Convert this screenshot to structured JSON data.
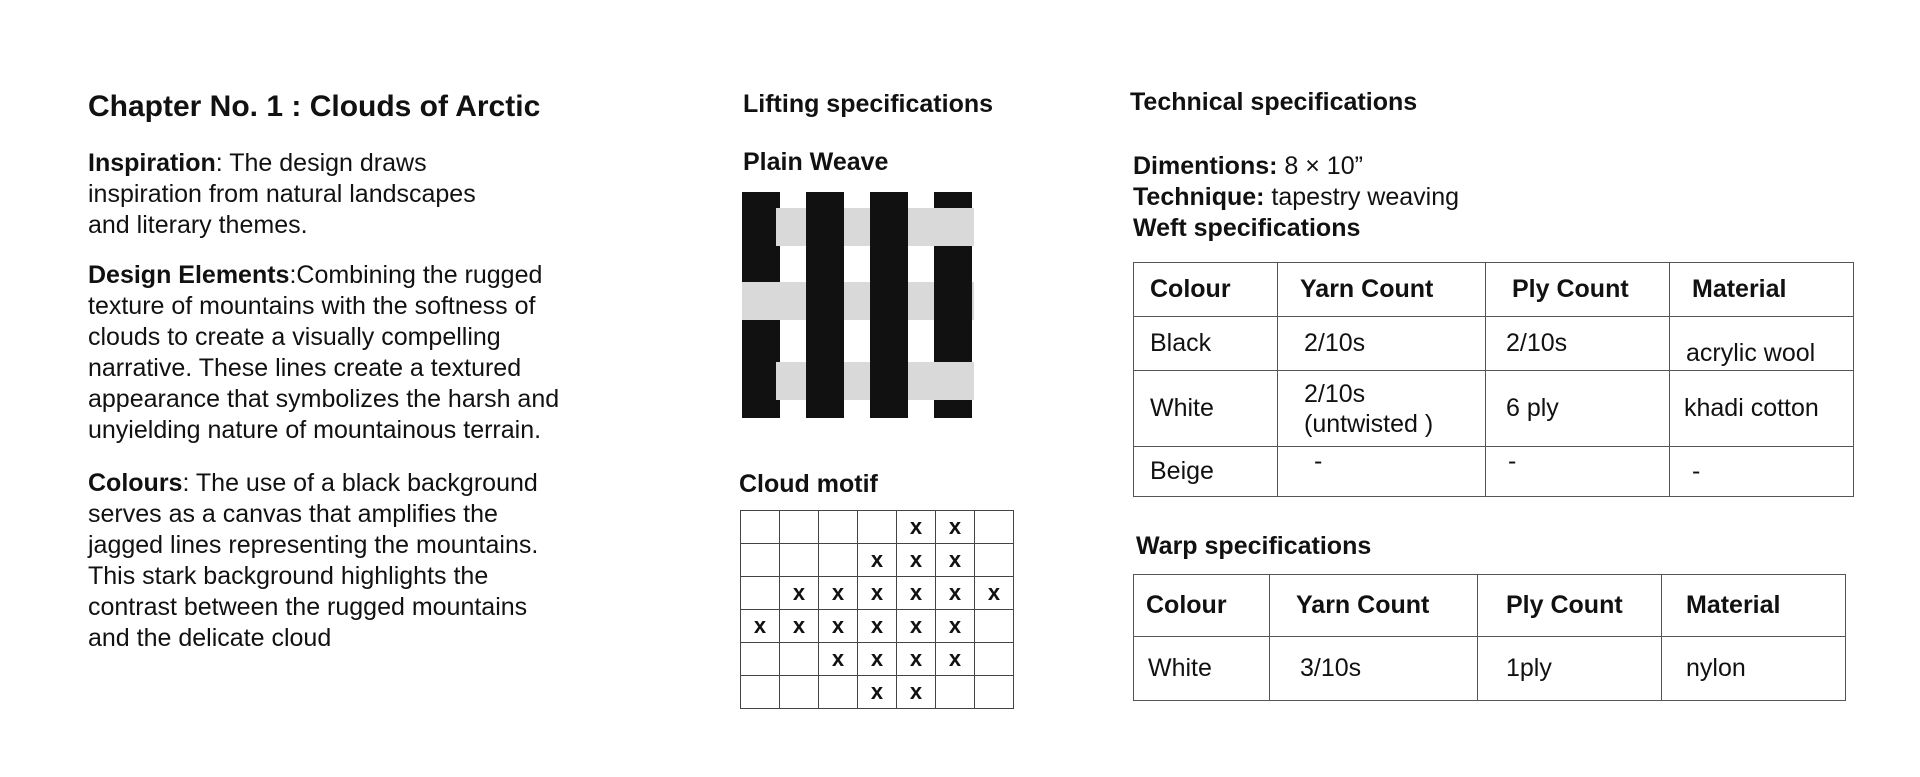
{
  "chapter": {
    "title": "Chapter No. 1 :  Clouds of Arctic",
    "inspiration": {
      "label": "Inspiration",
      "lines": [
        ": The design draws",
        "inspiration from natural landscapes",
        "and literary themes."
      ]
    },
    "design": {
      "label": "Design Elements",
      "lines": [
        ":Combining the rugged",
        "texture of mountains with the softness of",
        "clouds to create a visually compelling",
        "narrative. These lines create a textured",
        "appearance that symbolizes the harsh and",
        "unyielding nature of mountainous terrain."
      ]
    },
    "colours": {
      "label": "Colours",
      "lines": [
        ": The use of a black background",
        "serves as a canvas that amplifies the",
        "jagged lines representing the mountains.",
        "This stark background highlights the",
        "contrast between the rugged mountains",
        "and the delicate cloud"
      ]
    }
  },
  "lifting": {
    "title": "Lifting specifications",
    "weave_title": "Plain Weave",
    "weave_colors": {
      "black": "#111111",
      "grey": "#d9d9d9"
    },
    "motif_title": "Cloud motif",
    "motif_mark": "x",
    "motif_grid": [
      [
        0,
        0,
        0,
        0,
        1,
        1,
        0
      ],
      [
        0,
        0,
        0,
        1,
        1,
        1,
        0
      ],
      [
        0,
        1,
        1,
        1,
        1,
        1,
        1
      ],
      [
        1,
        1,
        1,
        1,
        1,
        1,
        0
      ],
      [
        0,
        0,
        1,
        1,
        1,
        1,
        0
      ],
      [
        0,
        0,
        0,
        1,
        1,
        0,
        0
      ]
    ]
  },
  "technical": {
    "title": "Technical specifications",
    "dimensions_label": "Dimentions:",
    "dimensions_value": " 8 × 10”",
    "technique_label": "Technique:",
    "technique_value": " tapestry weaving",
    "weft_title": "Weft specifications",
    "weft_headers": [
      "Colour",
      "Yarn Count",
      "Ply Count",
      "Material"
    ],
    "weft_rows": [
      [
        "Black",
        "2/10s",
        "2/10s",
        "acrylic wool"
      ],
      [
        "White",
        "2/10s\n(untwisted )",
        "6 ply",
        "khadi cotton"
      ],
      [
        "Beige",
        "-",
        "-",
        "-"
      ]
    ],
    "warp_title": "Warp specifications",
    "warp_headers": [
      "Colour",
      "Yarn Count",
      "Ply Count",
      "Material"
    ],
    "warp_rows": [
      [
        "White",
        "3/10s",
        "1ply",
        "nylon"
      ]
    ]
  }
}
